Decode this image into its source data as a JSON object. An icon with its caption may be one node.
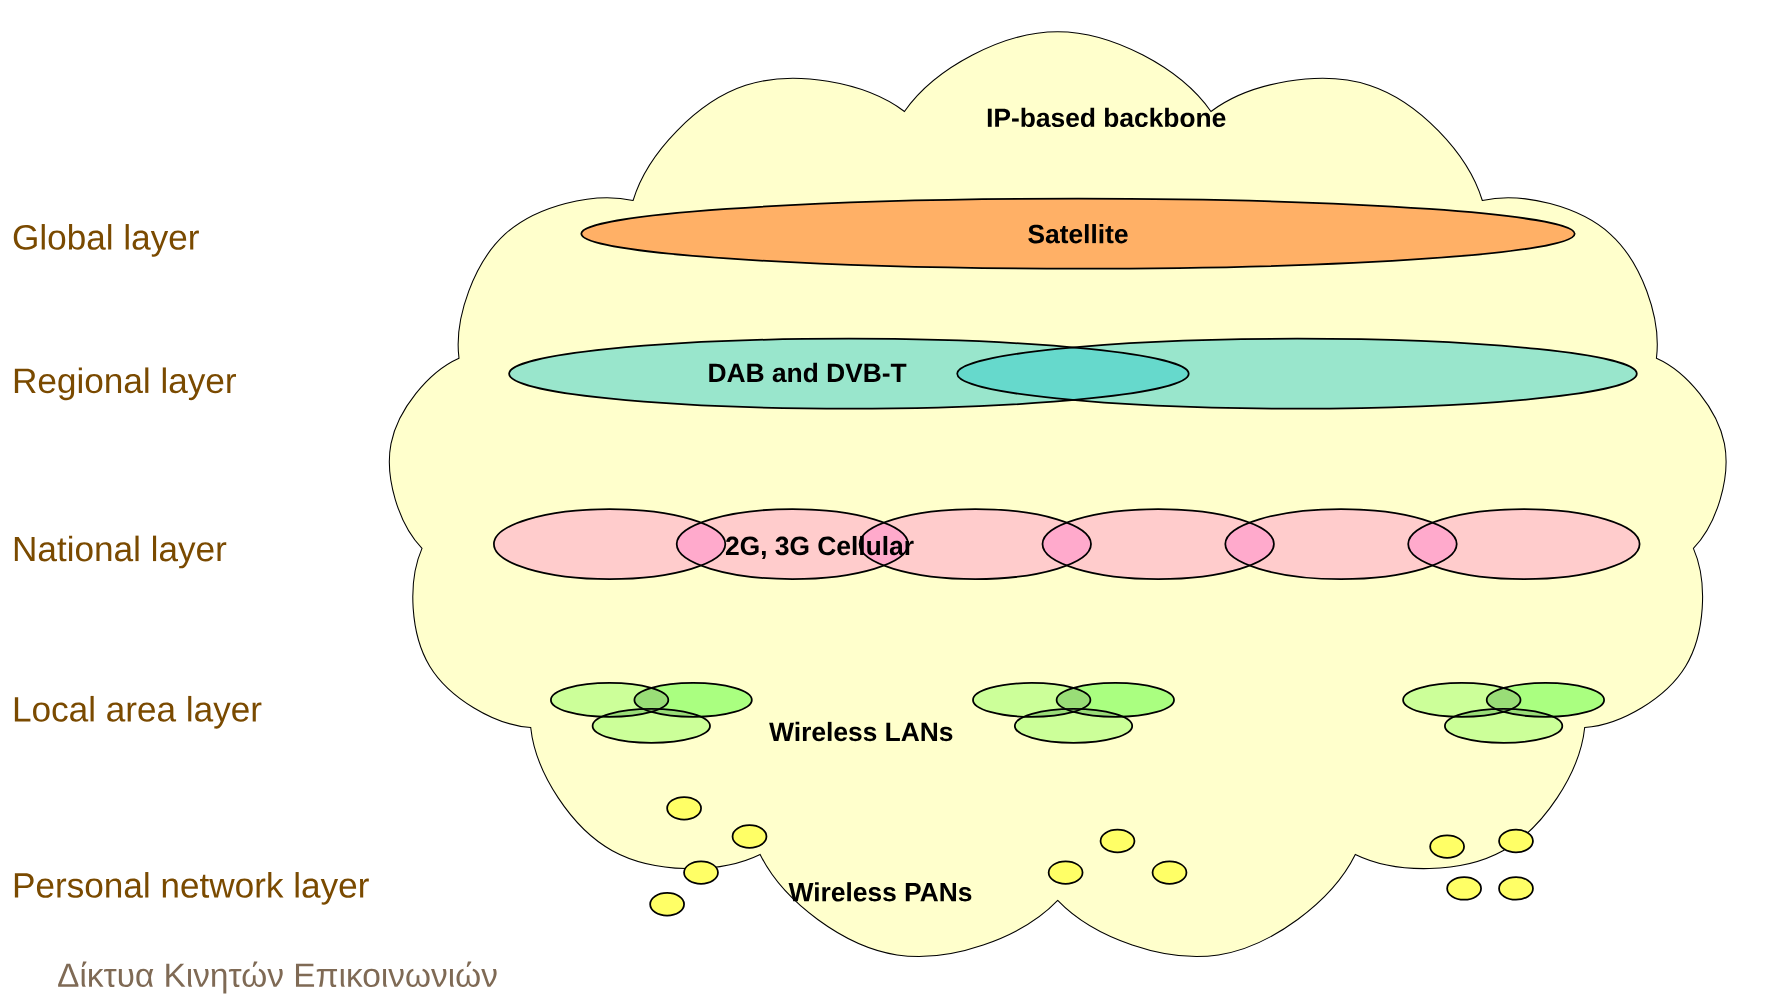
{
  "diagram": {
    "nodes": [
      {
        "text": [
          "IP-based backbone"
        ]
      },
      {
        "text": [
          "Satellite"
        ],
        "in": 0
      },
      {
        "text": [
          "DAB and DVB-T"
        ],
        "in": 0
      },
      {
        "text": [],
        "shape": "ellipse",
        "in": 0
      },
      {
        "text": [],
        "shape": "ellipse",
        "in": 0
      },
      {
        "text": [
          "2G, 3G Cellular"
        ],
        "in": 0
      },
      {
        "text": [],
        "shape": "ellipse",
        "in": 0
      },
      {
        "text": [],
        "shape": "ellipse",
        "in": 0
      },
      {
        "text": [],
        "shape": "ellipse",
        "in": 0
      },
      {
        "text": [],
        "shape": "ellipse",
        "in": 0
      },
      {
        "text": [],
        "shape": "ellipse",
        "in": 0
      },
      {
        "text": [],
        "shape": "ellipse",
        "in": 0
      },
      {
        "text": [],
        "shape": "ellipse",
        "in": 0
      },
      {
        "text": [],
        "shape": "ellipse",
        "in": 0
      },
      {
        "text": [],
        "shape": "ellipse",
        "in": 0
      },
      {
        "text": [],
        "shape": "ellipse",
        "in": 0
      },
      {
        "text": [],
        "shape": "ellipse",
        "in": 0
      },
      {
        "text": [],
        "shape": "ellipse",
        "in": 0
      },
      {
        "text": [],
        "shape": "ellipse",
        "in": 0
      },
      {
        "text": [],
        "shape": "ellipse",
        "in": 0
      },
      {
        "text": [],
        "shape": "ellipse",
        "in": 0
      },
      {
        "text": [],
        "shape": "ellipse",
        "in": 0
      },
      {
        "text": [],
        "shape": "ellipse",
        "in": 0
      },
      {
        "text": [],
        "shape": "ellipse",
        "in": 0
      },
      {
        "text": [],
        "shape": "ellipse",
        "in": 0
      },
      {
        "text": [],
        "shape": "ellipse",
        "in": 0
      },
      {
        "text": [],
        "shape": "ellipse",
        "in": 0
      },
      {
        "text": [],
        "shape": "ellipse",
        "in": 0
      },
      {
        "text": [],
        "shape": "ellipse",
        "in": 0
      },
      {
        "text": [],
        "shape": "ellipse",
        "in": 0
      }
    ],
    "labels": [
      "Global layer",
      "Regional layer",
      "National layer",
      "Local area layer",
      "Wireless LANs",
      "Personal network layer",
      "Wireless PANs",
      "Δίκτυα Κινητών Επικοινωνιών"
    ]
  }
}
